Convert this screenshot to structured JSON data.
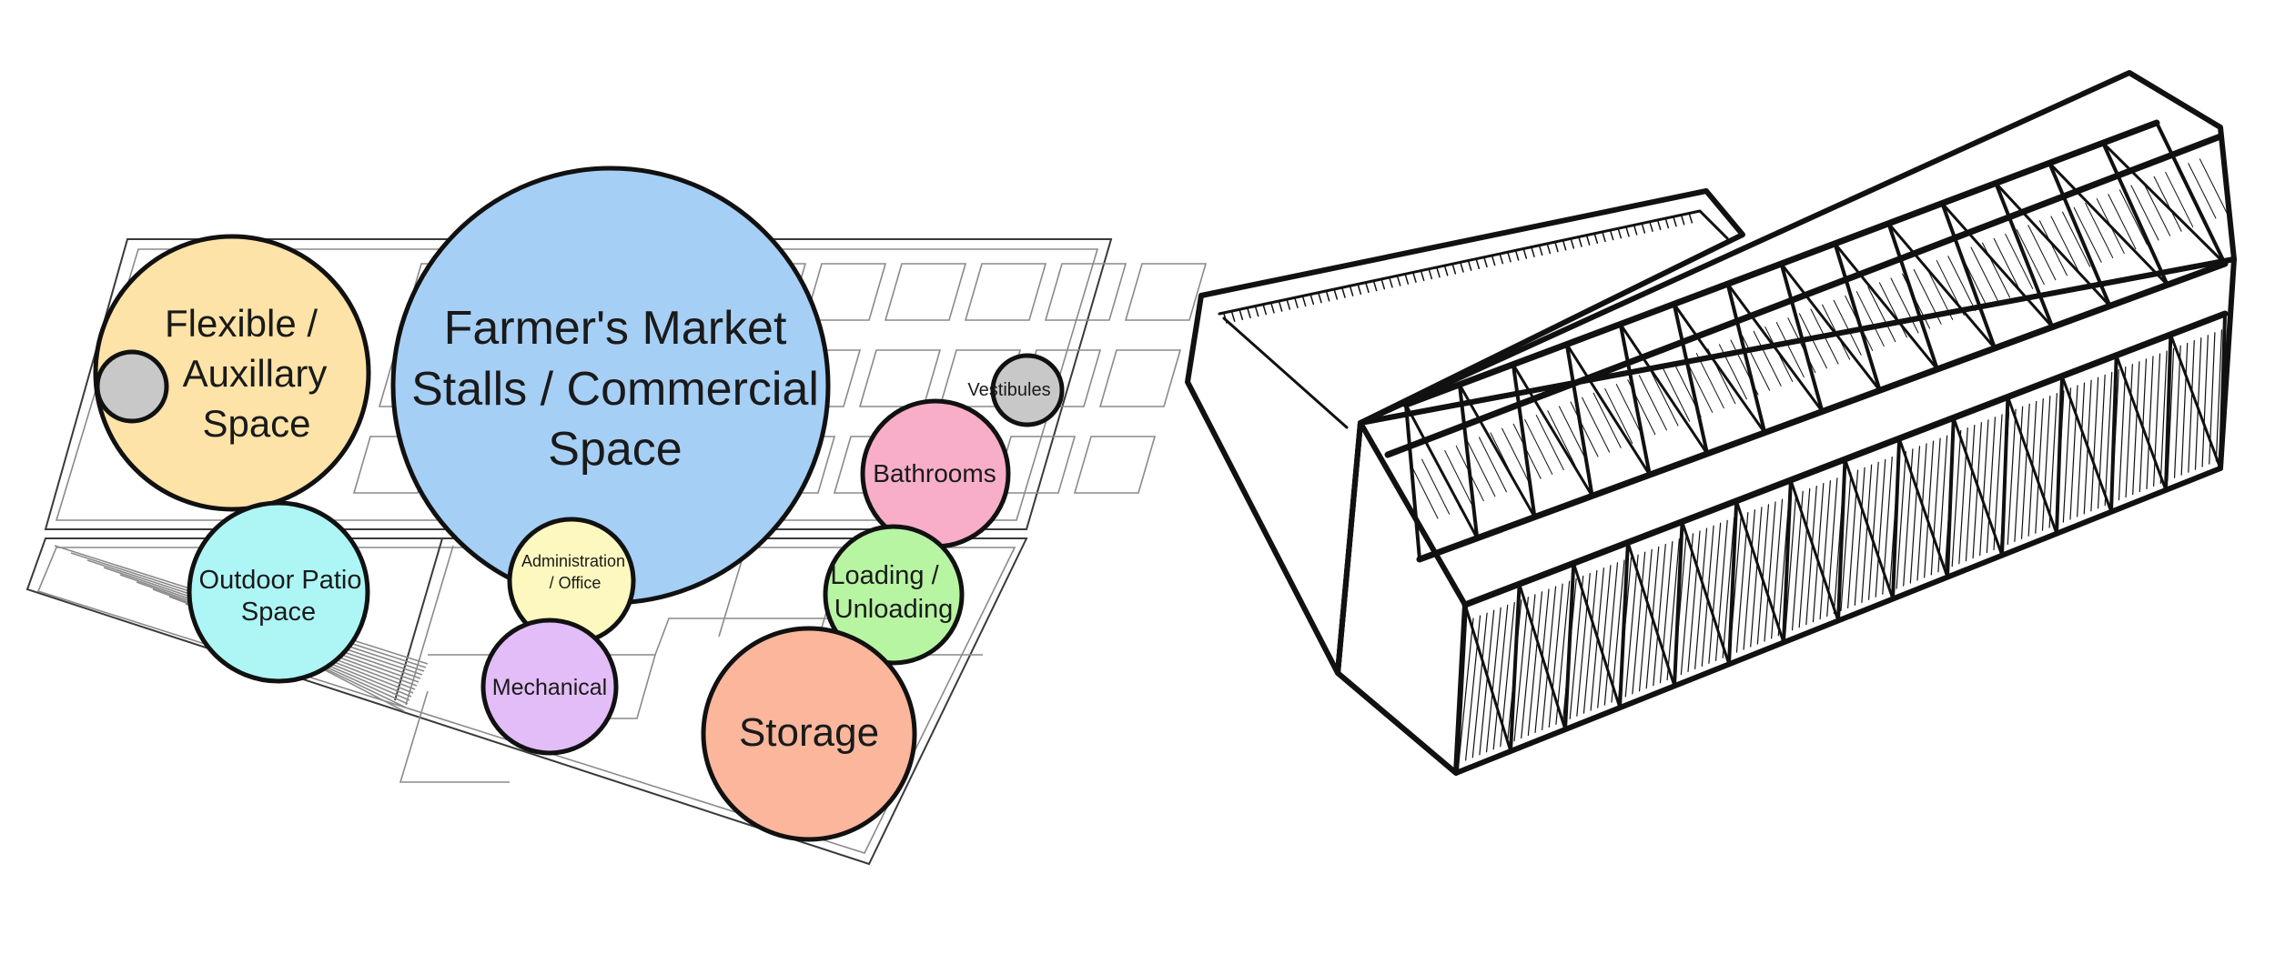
{
  "diagram": {
    "bubbles": [
      {
        "id": "flexible",
        "lines": [
          "Flexible /",
          "Auxillary",
          "Space"
        ],
        "color": "#fde3a7",
        "size": "large"
      },
      {
        "id": "farmers-market",
        "lines": [
          "Farmer's Market",
          "Stalls / Commercial",
          "Space"
        ],
        "color": "#a6cff5",
        "size": "xlarge"
      },
      {
        "id": "vestibules-a",
        "lines": [],
        "color": "#c8c8c8",
        "size": "small"
      },
      {
        "id": "vestibules-b",
        "lines": [
          "Vestibules"
        ],
        "color": "#c8c8c8",
        "size": "small"
      },
      {
        "id": "bathrooms",
        "lines": [
          "Bathrooms"
        ],
        "color": "#f8aec8",
        "size": "medium"
      },
      {
        "id": "outdoor-patio",
        "lines": [
          "Outdoor Patio",
          "Space"
        ],
        "color": "#aef6f6",
        "size": "medium"
      },
      {
        "id": "administration",
        "lines": [
          "Administration",
          "/ Office"
        ],
        "color": "#fdf8bf",
        "size": "small"
      },
      {
        "id": "loading",
        "lines": [
          "Loading /",
          "Unloading"
        ],
        "color": "#b8f5a3",
        "size": "medium"
      },
      {
        "id": "mechanical",
        "lines": [
          "Mechanical"
        ],
        "color": "#e3bdf7",
        "size": "medium"
      },
      {
        "id": "storage",
        "lines": [
          "Storage"
        ],
        "color": "#fbb69c",
        "size": "large"
      }
    ],
    "colors": {
      "outline": "#111111",
      "plan_lines": "#8a8a8a",
      "sketch_ink": "#111111"
    },
    "sketch_icon": "isometric-market-hall-sketch"
  }
}
